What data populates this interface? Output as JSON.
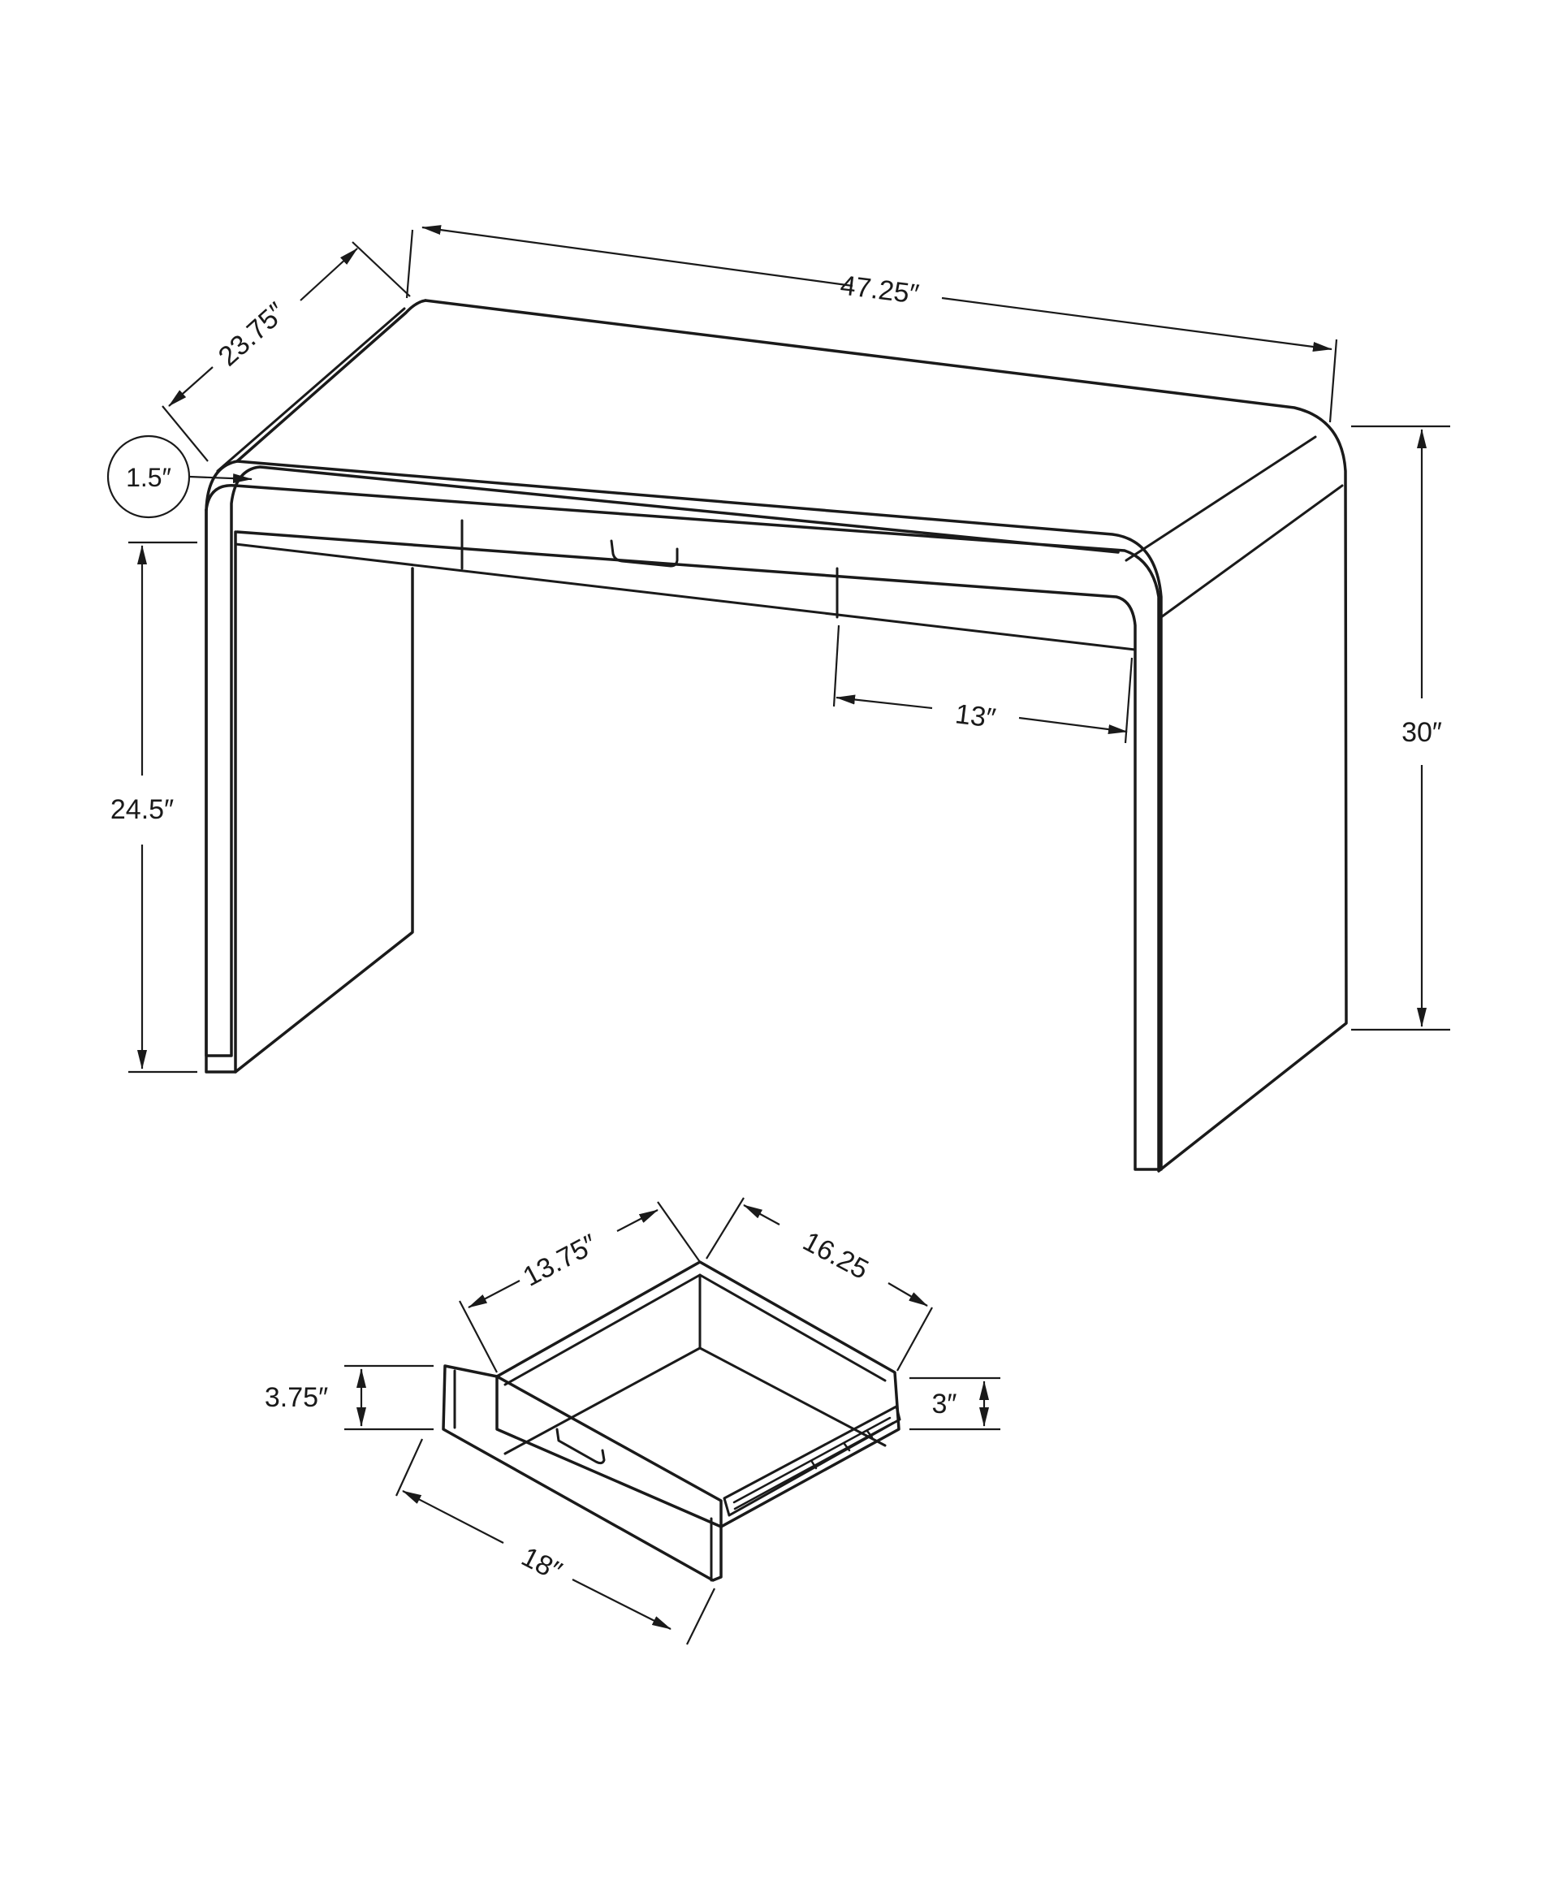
{
  "diagram": {
    "desk": {
      "width": "47.25″",
      "depth": "23.75″",
      "top_thickness": "1.5″",
      "clearance_height": "24.5″",
      "overall_height": "30″",
      "drawer_width": "13″"
    },
    "drawer": {
      "inner_width": "13.75″",
      "inner_depth": "16.25",
      "front_height": "3.75″",
      "side_height": "3″",
      "front_width": "18″"
    }
  }
}
